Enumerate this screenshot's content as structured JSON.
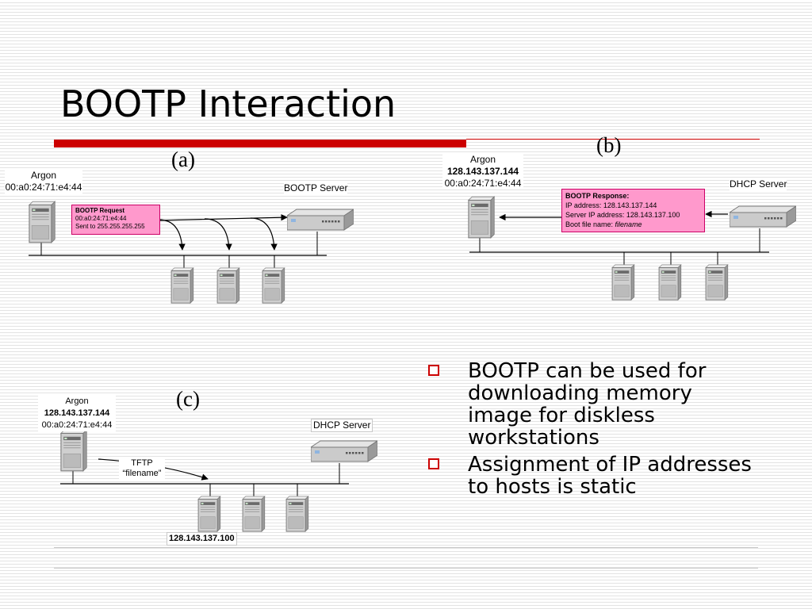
{
  "slide": {
    "title": "BOOTP Interaction",
    "bullets": [
      "BOOTP can be used for downloading memory image for diskless workstations",
      "Assignment of IP addresses to hosts is static"
    ]
  },
  "diagram_a": {
    "tag": "(a)",
    "host_name": "Argon",
    "host_mac": "00:a0:24:71:e4:44",
    "server_label": "BOOTP Server",
    "request_title": "BOOTP Request",
    "request_line1": "00:a0:24:71:e4:44",
    "request_line2": "Sent to 255.255.255.255"
  },
  "diagram_b": {
    "tag": "(b)",
    "host_name": "Argon",
    "host_ip": "128.143.137.144",
    "host_mac": "00:a0:24:71:e4:44",
    "server_label": "DHCP Server",
    "response_title": "BOOTP  Response:",
    "response_ip": "IP address: 128.143.137.144",
    "response_server_ip": "Server IP address: 128.143.137.100",
    "response_boot_prefix": "Boot file name: ",
    "response_boot_file": "filename"
  },
  "diagram_c": {
    "tag": "(c)",
    "host_name": "Argon",
    "host_ip": "128.143.137.144",
    "host_mac": "00:a0:24:71:e4:44",
    "server_label": "DHCP Server",
    "tftp_label": "TFTP",
    "tftp_file": "“filename”",
    "target_ip": "128.143.137.100"
  },
  "colors": {
    "accent_red": "#cc0000",
    "box_pink": "#ff99cc",
    "bullet_red": "#cc0000"
  }
}
